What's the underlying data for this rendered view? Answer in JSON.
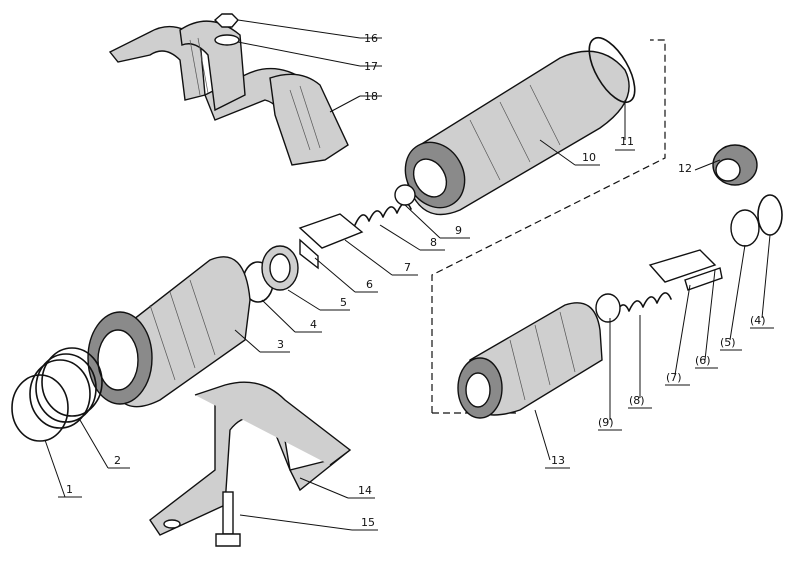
{
  "callouts": {
    "c1": "1",
    "c2": "2",
    "c3": "3",
    "c4": "4",
    "c5": "5",
    "c6": "6",
    "c7": "7",
    "c8": "8",
    "c9": "9",
    "c10": "10",
    "c11": "11",
    "c12": "12",
    "c13": "13",
    "c14": "14",
    "c15": "15",
    "c16": "16",
    "c17": "17",
    "c18": "18",
    "p4": "(4)",
    "p5": "(5)",
    "p6": "(6)",
    "p7": "(7)",
    "p8": "(8)",
    "p9": "(9)"
  }
}
